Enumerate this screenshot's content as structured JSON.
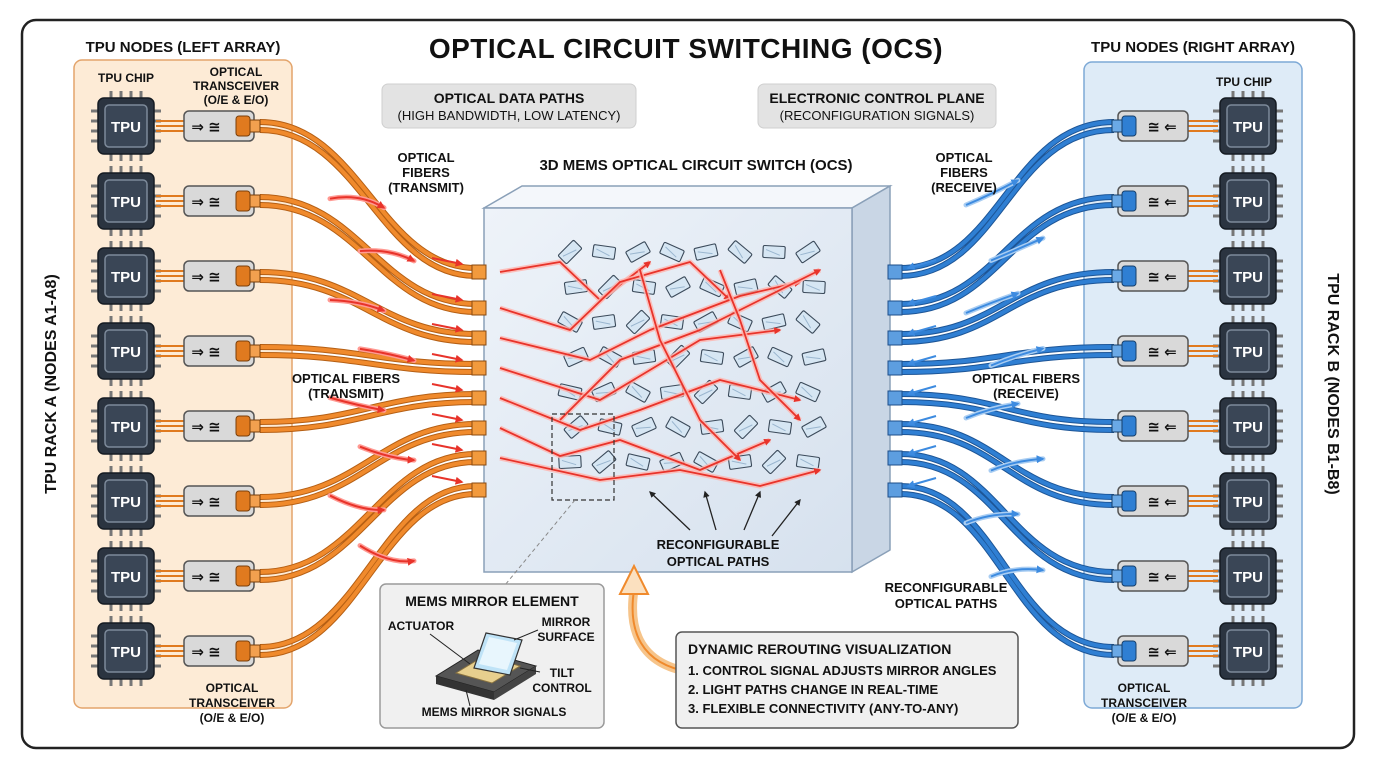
{
  "title": "OPTICAL CIRCUIT SWITCHING  (OCS)",
  "left_array": {
    "heading": "TPU NODES (LEFT ARRAY)",
    "chip_label": "TPU CHIP",
    "transceiver_top": [
      "OPTICAL",
      "TRANSCEIVER",
      "(O/E & E/O)"
    ],
    "transceiver_bottom": [
      "OPTICAL",
      "TRANSCEIVER",
      "(O/E & E/O)"
    ],
    "rack_label": "TPU RACK A (NODES A1-A8)",
    "fiber_label_top": [
      "OPTICAL",
      "FIBERS",
      "(TRANSMIT)"
    ],
    "fiber_label_mid": [
      "OPTICAL FIBERS",
      "(TRANSMIT)"
    ]
  },
  "right_array": {
    "heading": "TPU NODES (RIGHT ARRAY)",
    "chip_label": "TPU CHIP",
    "transceiver_bottom": [
      "OPTICAL",
      "TRANSCEIVER",
      "(O/E & E/O)"
    ],
    "rack_label": "TPU RACK B (NODES B1-B8)",
    "fiber_label_top": [
      "OPTICAL",
      "FIBERS",
      "(RECEIVE)"
    ],
    "fiber_label_mid": [
      "OPTICAL FIBERS",
      "(RECEIVE)"
    ],
    "reconfig_label": [
      "RECONFIGURABLE",
      "OPTICAL PATHS"
    ]
  },
  "chip_text": "TPU",
  "data_paths_box": {
    "title": "OPTICAL DATA PATHS",
    "subtitle": "(HIGH BANDWIDTH, LOW LATENCY)"
  },
  "control_plane_box": {
    "title": "ELECTRONIC CONTROL PLANE",
    "subtitle": "(RECONFIGURATION SIGNALS)"
  },
  "switch": {
    "label": "3D MEMS OPTICAL CIRCUIT SWITCH (OCS)",
    "reconfig_label": [
      "RECONFIGURABLE",
      "OPTICAL PATHS"
    ]
  },
  "mems_box": {
    "title": "MEMS MIRROR ELEMENT",
    "actuator": "ACTUATOR",
    "mirror_surface": [
      "MIRROR",
      "SURFACE"
    ],
    "tilt_control": [
      "TILT",
      "CONTROL"
    ],
    "signals": "MEMS MIRROR SIGNALS"
  },
  "rerouting_box": {
    "title": "DYNAMIC REROUTING VISUALIZATION",
    "items": [
      "1. CONTROL SIGNAL ADJUSTS MIRROR ANGLES",
      "2. LIGHT PATHS CHANGE IN REAL-TIME",
      "3. FLEXIBLE CONNECTIVITY (ANY-TO-ANY)"
    ]
  },
  "colors": {
    "transmit_fiber": "#f08a2c",
    "receive_fiber": "#2f7fd3",
    "transmit_arrow": "#e8332a",
    "receive_arrow": "#3d8be0",
    "left_panel": "#fdebd6",
    "right_panel": "#deebf7",
    "chip": "#3a4656"
  },
  "icons": [
    "tpu-chip-icon",
    "optical-transceiver-icon",
    "mems-mirror-icon",
    "curved-arrow-icon"
  ]
}
